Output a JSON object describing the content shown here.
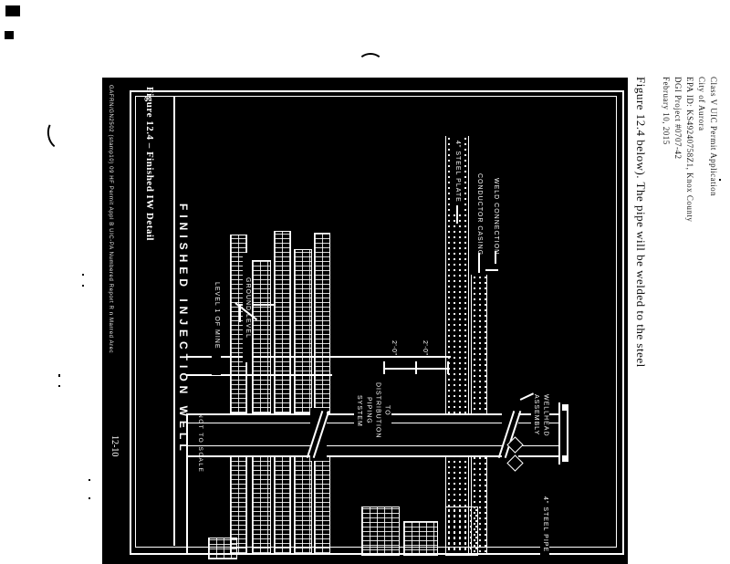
{
  "margin": {
    "header_lines": [
      "Class V UIC Permit Application",
      "City of Aurora",
      "EPA ID: KS49240758Z1, Knox County",
      "DGI Project #0707-42",
      "February 10, 2015"
    ],
    "body_line": "Figure 12.4 below).  The pipe will be welded to the steel"
  },
  "sheet": {
    "caption": "Figure 12.4 – Finished IW Detail",
    "footer": "GAFRN/GN2502 (stamp10) 09 HF Permit Appl B  UIC-PA Numbered Report R n Marred Arec",
    "page_number": "12-10",
    "figure": {
      "title": "FINISHED INJECTION WELL",
      "subtitle": "NOT TO SCALE",
      "labels": {
        "ground_level": "GROUND LEVEL",
        "mine_level": "LEVEL 1 OF MINE",
        "distribution": [
          "TO",
          "DISTRIBUTION",
          "PIPING",
          "SYSTEM"
        ],
        "wellhead": [
          "WELLHEAD",
          "ASSEMBLY"
        ],
        "steel_plate": "4\" STEEL PLATE",
        "conductor_casing": "CONDUCTOR CASING",
        "weld_connection": "WELD CONNECTION",
        "steel_pipe": "4\" STEEL PIPE",
        "dim_left": "2'-0\"",
        "dim_right": "2'-0\""
      }
    }
  }
}
